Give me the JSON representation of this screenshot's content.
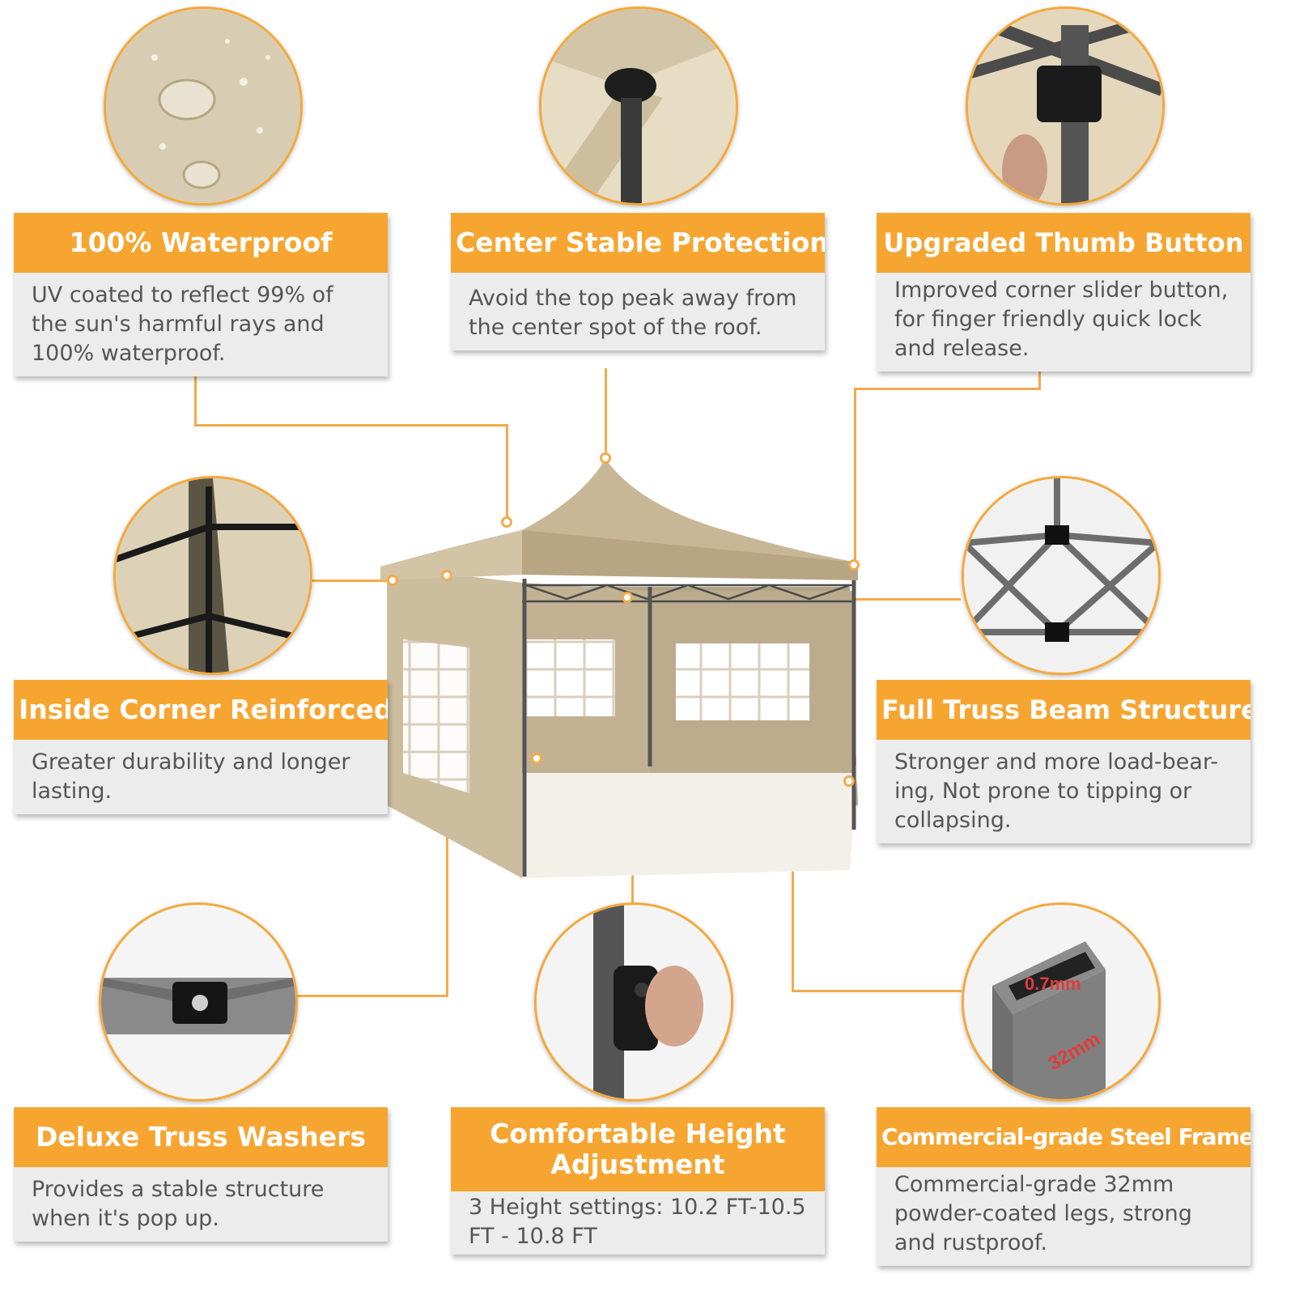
{
  "features": [
    {
      "title": "100% Waterproof",
      "text": "UV coated to reflect 99% of the sun's harmful rays and 100% waterproof."
    },
    {
      "title": "Center Stable Protection",
      "text": "Avoid the top peak away from the center spot of the roof."
    },
    {
      "title": "Upgraded Thumb Button",
      "text": "Improved corner slider button, for finger friendly quick lock and release."
    },
    {
      "title": "Inside Corner Reinforced",
      "text": "Greater durability and longer lasting."
    },
    {
      "title": "Full Truss Beam Structure",
      "text": "Stronger and more load-bear-ing, Not prone to tipping or collapsing."
    },
    {
      "title": "Deluxe Truss Washers",
      "text": "Provides a stable structure when it's pop up."
    },
    {
      "title": "Comfortable Height Adjustment",
      "text": "3 Height settings: 10.2 FT-10.5 FT - 10.8 FT"
    },
    {
      "title": "Commercial-grade Steel Frame",
      "text": "Commercial-grade 32mm powder-coated legs, strong and rustproof."
    }
  ],
  "dimension_labels": {
    "thickness": "0.7mm",
    "width": "32mm"
  },
  "colors": {
    "accent": "#f7a531",
    "card_bg": "#ececec",
    "canopy": "#c9b89a",
    "text": "#555555"
  }
}
